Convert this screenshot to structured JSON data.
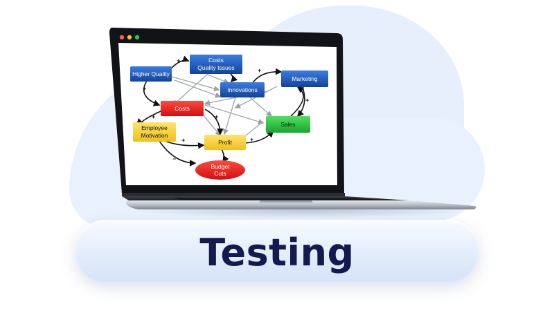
{
  "window": {
    "controls": [
      "close",
      "minimize",
      "maximize"
    ]
  },
  "diagram": {
    "nodes": {
      "higher_quality": "Higher Quality",
      "costs_quality_1": "Costs",
      "costs_quality_2": "Quality Issues",
      "innovations": "Innovations",
      "marketing": "Marketing",
      "costs": "Costs",
      "sales": "Sales",
      "employee_1": "Employee",
      "employee_2": "Motivation",
      "profit": "Profit",
      "budget_1": "Budget",
      "budget_2": "Cuts"
    },
    "signs": {
      "plus": "+",
      "minus": "−"
    }
  },
  "banner": {
    "title": "Testing"
  },
  "colors": {
    "blue_node": "#1f5fc4",
    "red_node": "#e8201e",
    "green_node": "#22c23e",
    "yellow_node": "#f7d33a",
    "title_text": "#141a4e"
  }
}
